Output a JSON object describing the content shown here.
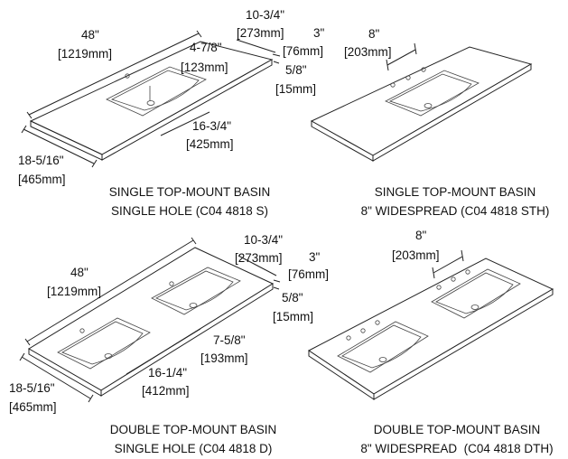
{
  "panels": {
    "single_hole": {
      "width": "48\"",
      "width_mm": "[1219mm]",
      "depth_top": "10-3/4\"",
      "depth_top_mm": "[273mm]",
      "backsplash": "3\"",
      "backsplash_mm": "[76mm]",
      "basin_offset": "4-7/8\"",
      "basin_offset_mm": "[123mm]",
      "thickness": "5/8\"",
      "thickness_mm": "[15mm]",
      "basin_width": "16-3/4\"",
      "basin_width_mm": "[425mm]",
      "depth": "18-5/16\"",
      "depth_mm": "[465mm]",
      "caption_line1": "SINGLE TOP-MOUNT BASIN",
      "caption_line2": "SINGLE HOLE (C04 4818 S)"
    },
    "single_widespread": {
      "spread": "8\"",
      "spread_mm": "[203mm]",
      "caption_line1": "SINGLE TOP-MOUNT BASIN",
      "caption_line2": "8\" WIDESPREAD (C04 4818 STH)"
    },
    "double_hole": {
      "width": "48\"",
      "width_mm": "[1219mm]",
      "depth_top": "10-3/4\"",
      "depth_top_mm": "[273mm]",
      "backsplash": "3\"",
      "backsplash_mm": "[76mm]",
      "thickness": "5/8\"",
      "thickness_mm": "[15mm]",
      "basin_gap": "7-5/8\"",
      "basin_gap_mm": "[193mm]",
      "basin_width": "16-1/4\"",
      "basin_width_mm": "[412mm]",
      "depth": "18-5/16\"",
      "depth_mm": "[465mm]",
      "caption_line1": "DOUBLE TOP-MOUNT BASIN",
      "caption_line2": "SINGLE HOLE (C04 4818 D)"
    },
    "double_widespread": {
      "spread": "8\"",
      "spread_mm": "[203mm]",
      "caption_line1": "DOUBLE TOP-MOUNT BASIN",
      "caption_line2": "8\" WIDESPREAD  (C04 4818 DTH)"
    }
  }
}
